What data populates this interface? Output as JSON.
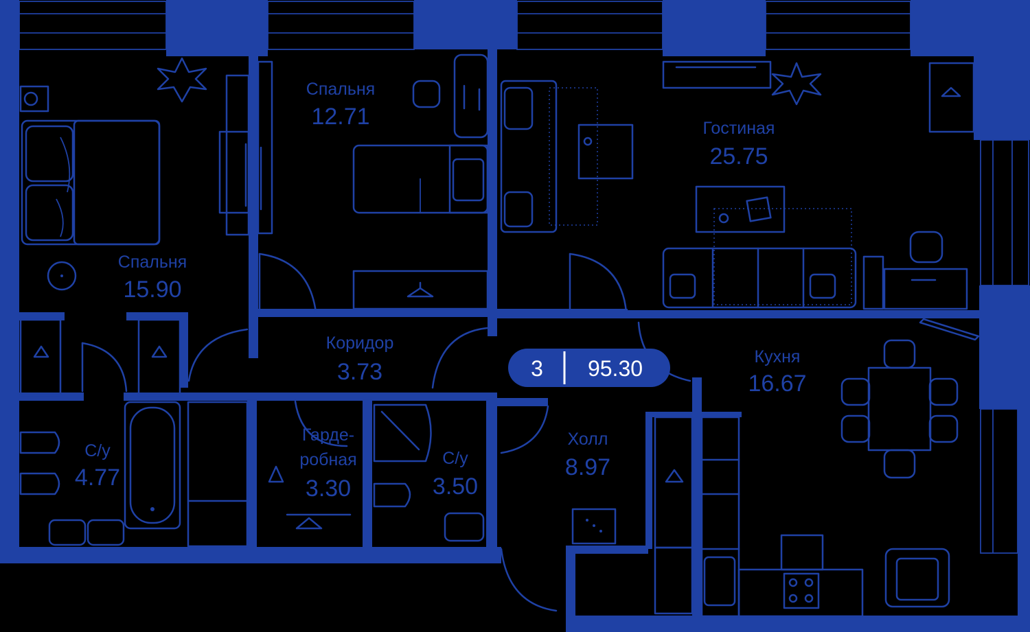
{
  "colors": {
    "background": "#000000",
    "plan": "#1f41a5",
    "badge_text": "#ffffff"
  },
  "summary": {
    "rooms": "3",
    "total_area": "95.30"
  },
  "rooms": {
    "bedroom_left": {
      "name": "Спальня",
      "area": "15.90"
    },
    "bedroom_top": {
      "name": "Спальня",
      "area": "12.71"
    },
    "living": {
      "name": "Гостиная",
      "area": "25.75"
    },
    "corridor": {
      "name": "Коридор",
      "area": "3.73"
    },
    "kitchen": {
      "name": "Кухня",
      "area": "16.67"
    },
    "bath_left": {
      "name": "С/у",
      "area": "4.77"
    },
    "wardrobe": {
      "name_line1": "Гарде-",
      "name_line2": "робная",
      "area": "3.30"
    },
    "bath_right": {
      "name": "С/у",
      "area": "3.50"
    },
    "hall": {
      "name": "Холл",
      "area": "8.97"
    }
  },
  "icons": [
    "radiator-snowflake-icon",
    "hanger-icon",
    "washing-machine-icon",
    "stove-icon",
    "sink-icon",
    "toilet-icon",
    "bathtub-icon",
    "shower-icon",
    "bed-icon",
    "sofa-icon",
    "dining-table-icon",
    "armchair-icon"
  ]
}
